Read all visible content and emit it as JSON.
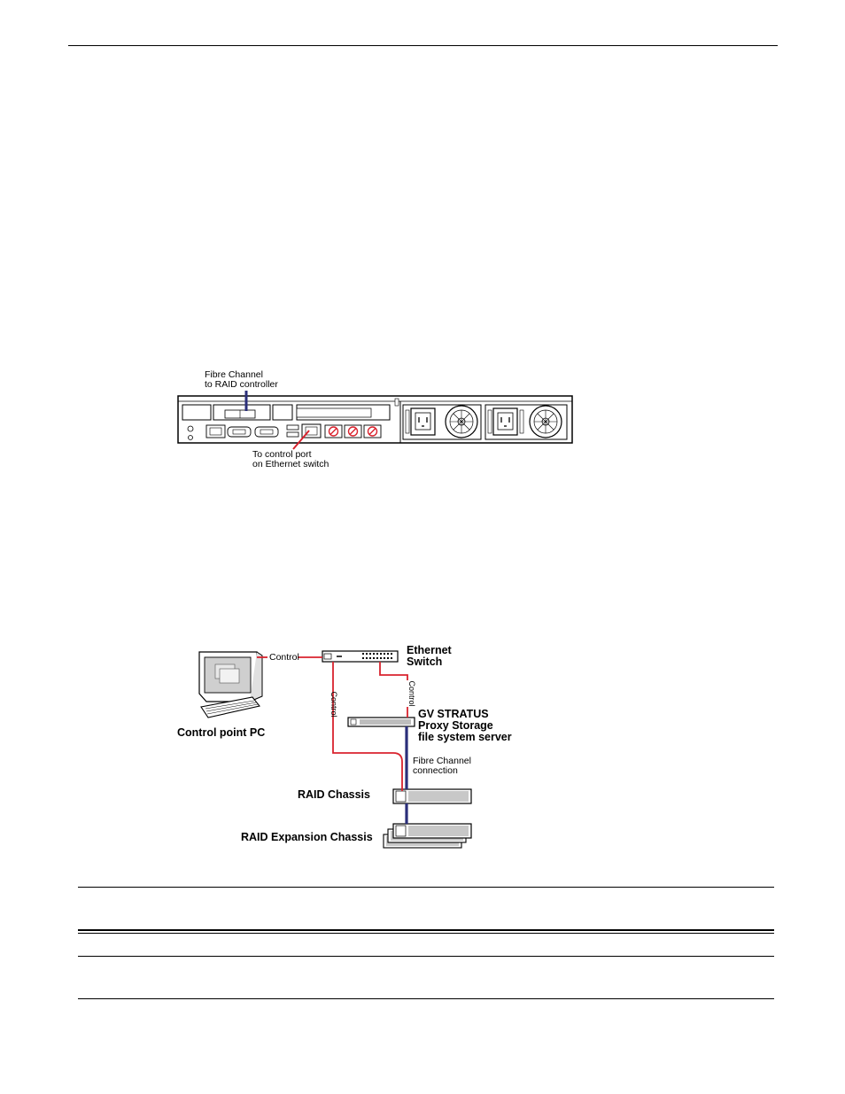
{
  "rear_panel_diagram": {
    "fibre_label_line1": "Fibre Channel",
    "fibre_label_line2": "to RAID controller",
    "control_label_line1": "To control port",
    "control_label_line2": "on Ethernet switch"
  },
  "network_diagram": {
    "control_label_top": "Control",
    "control_label_left": "Control",
    "control_label_right": "Control",
    "ethernet_line1": "Ethernet",
    "ethernet_line2": "Switch",
    "server_line1": "GV STRATUS",
    "server_line2": "Proxy Storage",
    "server_line3": "file system server",
    "pc_label": "Control point PC",
    "fibre_line1": "Fibre Channel",
    "fibre_line2": "connection",
    "raid_label": "RAID Chassis",
    "raid_expansion_label": "RAID Expansion Chassis"
  },
  "colors": {
    "control_cable": "#d9232e",
    "fibre_cable": "#2b2f7a"
  }
}
